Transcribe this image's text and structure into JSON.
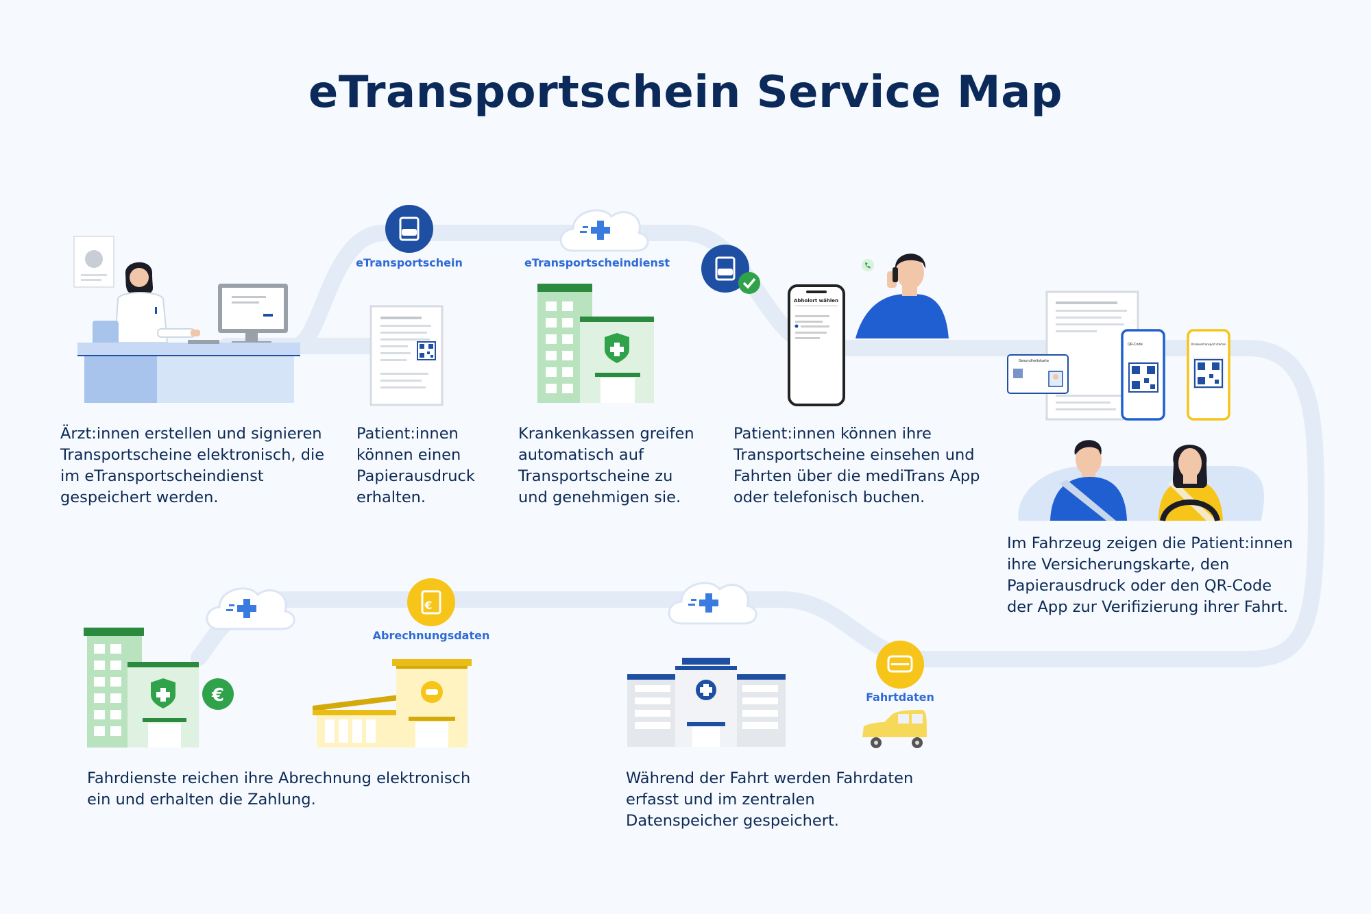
{
  "title": "eTransportschein Service Map",
  "labels": {
    "etransportschein": "eTransportschein",
    "dienst": "eTransportscheindienst",
    "abrechnung": "Abrechnungsdaten",
    "fahrtdaten": "Fahrtdaten"
  },
  "phone_screen_text": "Abholort wählen",
  "card_text": "Gesundheitskarte",
  "qr_phone_text": "QR-Code",
  "yellow_phone_text": "Krankentransport starten",
  "steps": {
    "step1": "Ärzt:innen erstellen und signieren Transportscheine elektronisch, die im eTransportscheindienst gespeichert werden.",
    "step2": "Patient:innen können einen Papierausdruck erhalten.",
    "step3": "Krankenkassen greifen automatisch auf Transportscheine zu und genehmigen sie.",
    "step4": "Patient:innen können ihre Transportscheine einsehen und Fahrten über die mediTrans App oder telefonisch buchen.",
    "step5": "Im Fahrzeug zeigen die Patient:innen ihre Versicherungskarte, den Papierausdruck oder den QR-Code der App zur Verifizierung ihrer Fahrt.",
    "step6": "Während der Fahrt werden Fahrdaten erfasst und im zentralen Datenspeicher gespeichert.",
    "step7": "Fahrdienste reichen ihre Abrechnung elektronisch ein und erhalten die Zahlung."
  },
  "colors": {
    "navy": "#0b2a5a",
    "blue": "#1f4fa3",
    "accent": "#2f6bd6",
    "yellow": "#f7c41a",
    "green": "#2fa24a",
    "path": "#e3ebf6"
  },
  "icons": [
    "doctor-illustration",
    "document-car-icon",
    "cloud-plus-icon",
    "health-insurance-building",
    "check-icon",
    "smartphone-illustration",
    "phone-caller-illustration",
    "qr-code-icon",
    "passengers-illustration",
    "euro-icon",
    "billing-document-icon",
    "service-building",
    "hospital-building",
    "car-icon",
    "taxi-car-illustration"
  ]
}
